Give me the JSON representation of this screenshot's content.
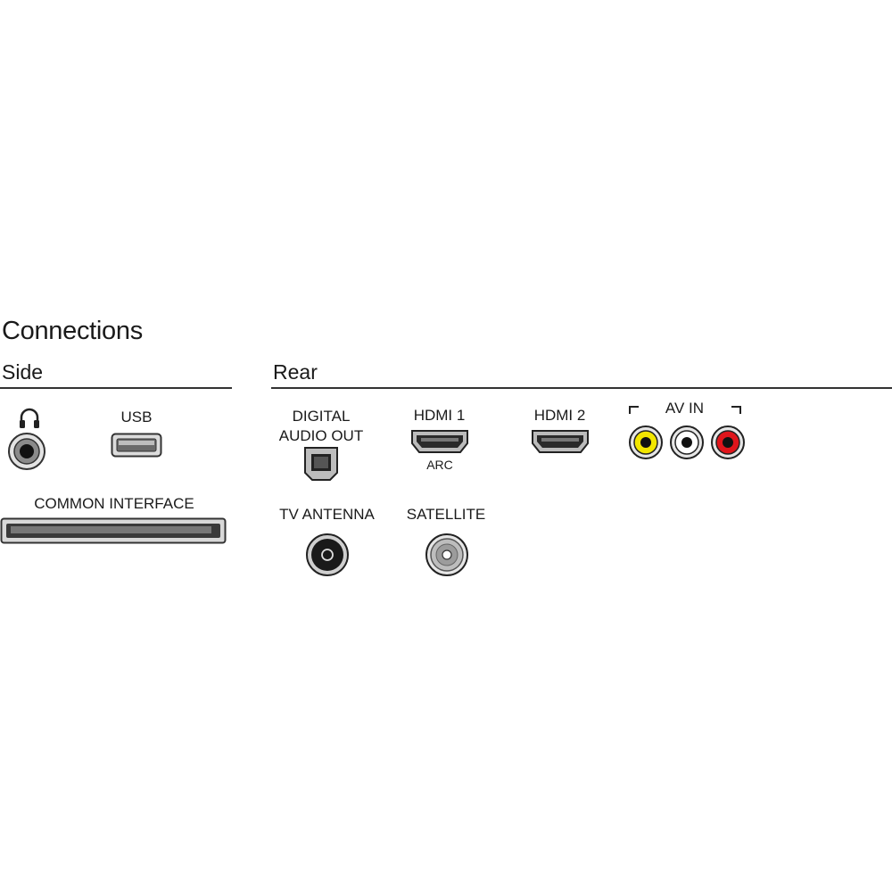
{
  "title": "Connections",
  "side": {
    "heading": "Side",
    "usb_label": "USB",
    "common_interface_label": "COMMON INTERFACE",
    "headphone_icon": "headphone-icon"
  },
  "rear": {
    "heading": "Rear",
    "digital_audio_line1": "DIGITAL",
    "digital_audio_line2": "AUDIO OUT",
    "hdmi1_label": "HDMI 1",
    "hdmi1_sub": "ARC",
    "hdmi2_label": "HDMI 2",
    "av_in_label": "AV IN",
    "tv_antenna_label": "TV ANTENNA",
    "satellite_label": "SATELLITE"
  },
  "colors": {
    "av_yellow": "#f2e600",
    "av_white": "#ffffff",
    "av_red": "#e0151b"
  }
}
